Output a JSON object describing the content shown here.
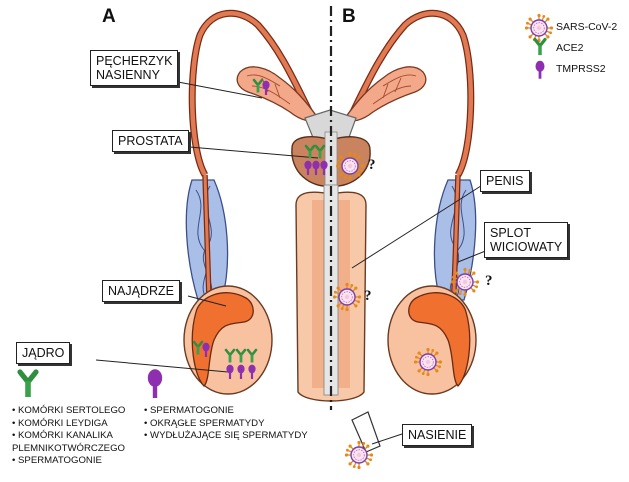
{
  "panels": {
    "left": "A",
    "right": "B"
  },
  "labels": {
    "seminal_vesicle": [
      "PĘCHERZYK",
      "NASIENNY"
    ],
    "prostate": "PROSTATA",
    "epididymis": "NAJĄDRZE",
    "testis": "JĄDRO",
    "penis": "PENIS",
    "pampiniform_plexus": [
      "SPLOT",
      "WICIOWATY"
    ],
    "semen": "NASIENIE"
  },
  "question_mark": "?",
  "legend": {
    "virus": "SARS-CoV-2",
    "ace2": "ACE2",
    "tmprss2": "TMPRSS2"
  },
  "ace2_cells": [
    "KOMÓRKI SERTOLEGO",
    "KOMÓRKI LEYDIGA",
    "KOMÓRKI KANALIKA",
    "PLEMNIKOTWÓRCZEGO",
    "SPERMATOGONIE"
  ],
  "tmprss2_cells": [
    "SPERMATOGONIE",
    "OKRĄGŁE SPERMATYDY",
    "WYDŁUŻAJĄCE SIĘ SPERMATYDY"
  ],
  "colors": {
    "vas_deferens": "#e07a55",
    "vessels": "#aabfe8",
    "testis": "#f8c2a0",
    "epididymis": "#f07030",
    "prostate": "#c9845f",
    "penis": "#f8c9a8",
    "urethra": "#d8d8d8",
    "ace2": "#3aa14a",
    "tmprss2": "#8e2fb0",
    "virus_spike": "#e58a1a",
    "virus_ring": "#7b3fa8"
  },
  "icons": [
    "sars-cov-2-virion-icon",
    "ace2-receptor-icon",
    "tmprss2-protease-icon"
  ]
}
